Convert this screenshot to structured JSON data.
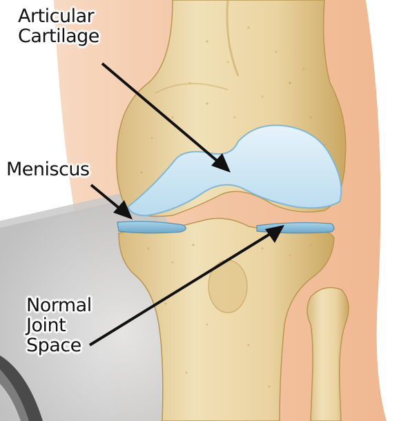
{
  "labels": {
    "articular_cartilage": [
      "Articular",
      "Cartilage"
    ],
    "meniscus": [
      "Meniscus"
    ],
    "normal_joint_space": [
      "Normal",
      "Joint",
      "Space"
    ]
  },
  "colors": {
    "skin_background": "#f3c7a6",
    "bone": "#e7d1a1",
    "bone_shadow": "#c9a964",
    "cartilage": "#cfe6f3",
    "cartilage_edge": "#82b6d3",
    "meniscus": "#8bbfd9",
    "arrow": "#111111",
    "magnifier_frame": "#4a4a4a"
  }
}
